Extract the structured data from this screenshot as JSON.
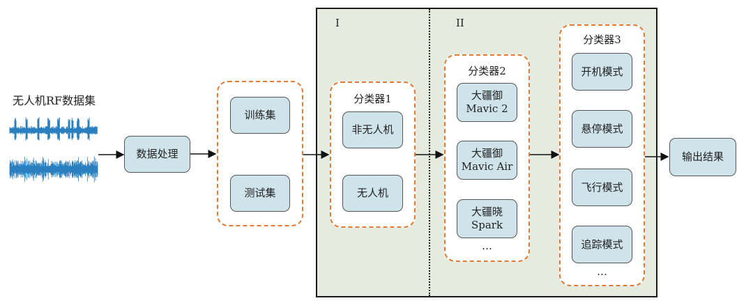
{
  "dataset_title": "无人机RF数据集",
  "process_label": "数据处理",
  "split": {
    "train": "训练集",
    "test": "测试集"
  },
  "stage_labels": {
    "stage1": "I",
    "stage2": "II"
  },
  "classifier1": {
    "title": "分类器1",
    "items": [
      "非无人机",
      "无人机"
    ]
  },
  "classifier2": {
    "title": "分类器2",
    "items": [
      {
        "line1": "大疆御",
        "line2": "Mavic 2"
      },
      {
        "line1": "大疆御",
        "line2": "Mavic Air"
      },
      {
        "line1": "大疆晓",
        "line2": "Spark"
      }
    ],
    "more": "…"
  },
  "classifier3": {
    "title": "分类器3",
    "items": [
      "开机模式",
      "悬停模式",
      "飞行模式",
      "追踪模式"
    ],
    "more": "…"
  },
  "output_label": "输出结果",
  "colors": {
    "panel": "#e5ebdf",
    "node": "#cfe3ea",
    "dash": "#e07a35",
    "signal": "#2a7fbf"
  }
}
